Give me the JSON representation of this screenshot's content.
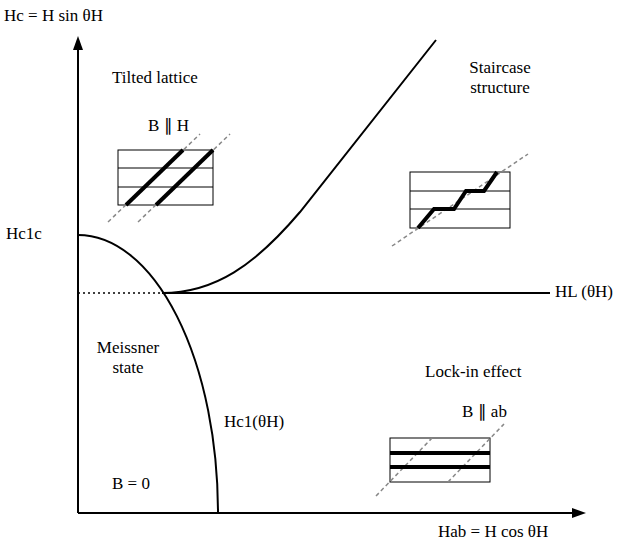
{
  "diagram": {
    "labels": [
      "Hc = H sin θH",
      "Tilted lattice",
      "B ∥ H",
      "Staircase structure",
      "Hc1c",
      "HL (θH)",
      "Lock-in effect",
      "Meissner state",
      "Hc1(θH)",
      "B ∥ ab",
      "B = 0",
      "Hab = H cos θH"
    ]
  }
}
